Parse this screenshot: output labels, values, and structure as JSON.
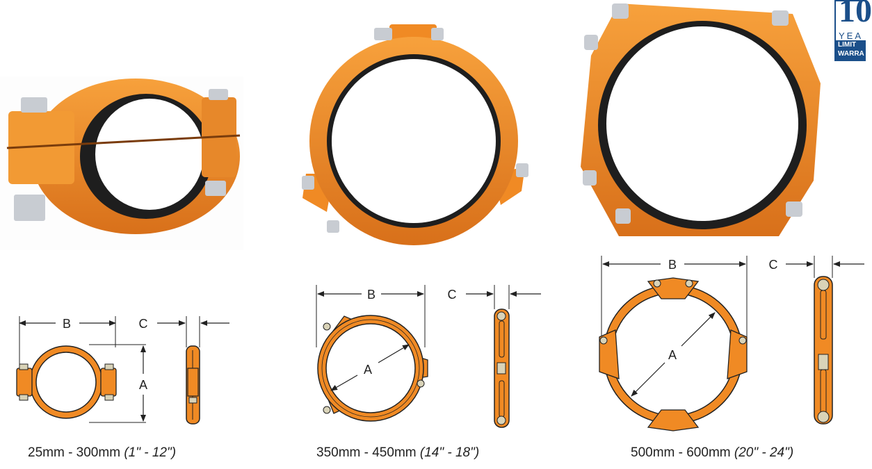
{
  "badge": {
    "number": "10",
    "line1": "YEA",
    "line2": "LIMIT",
    "line3": "WARRA"
  },
  "dimensions": {
    "a": "A",
    "b": "B",
    "c": "C"
  },
  "captions": [
    {
      "metric": "25mm - 300mm",
      "imperial": "(1\" - 12\")"
    },
    {
      "metric": "350mm - 450mm",
      "imperial": "(14\" - 18\")"
    },
    {
      "metric": "500mm - 600mm",
      "imperial": "(20\" - 24\")"
    }
  ],
  "colors": {
    "coupling_orange": "#f08a24",
    "gasket_black": "#1e1e1e",
    "bolt_silver": "#c8ccd2",
    "warranty_blue": "#1b4f8a"
  }
}
